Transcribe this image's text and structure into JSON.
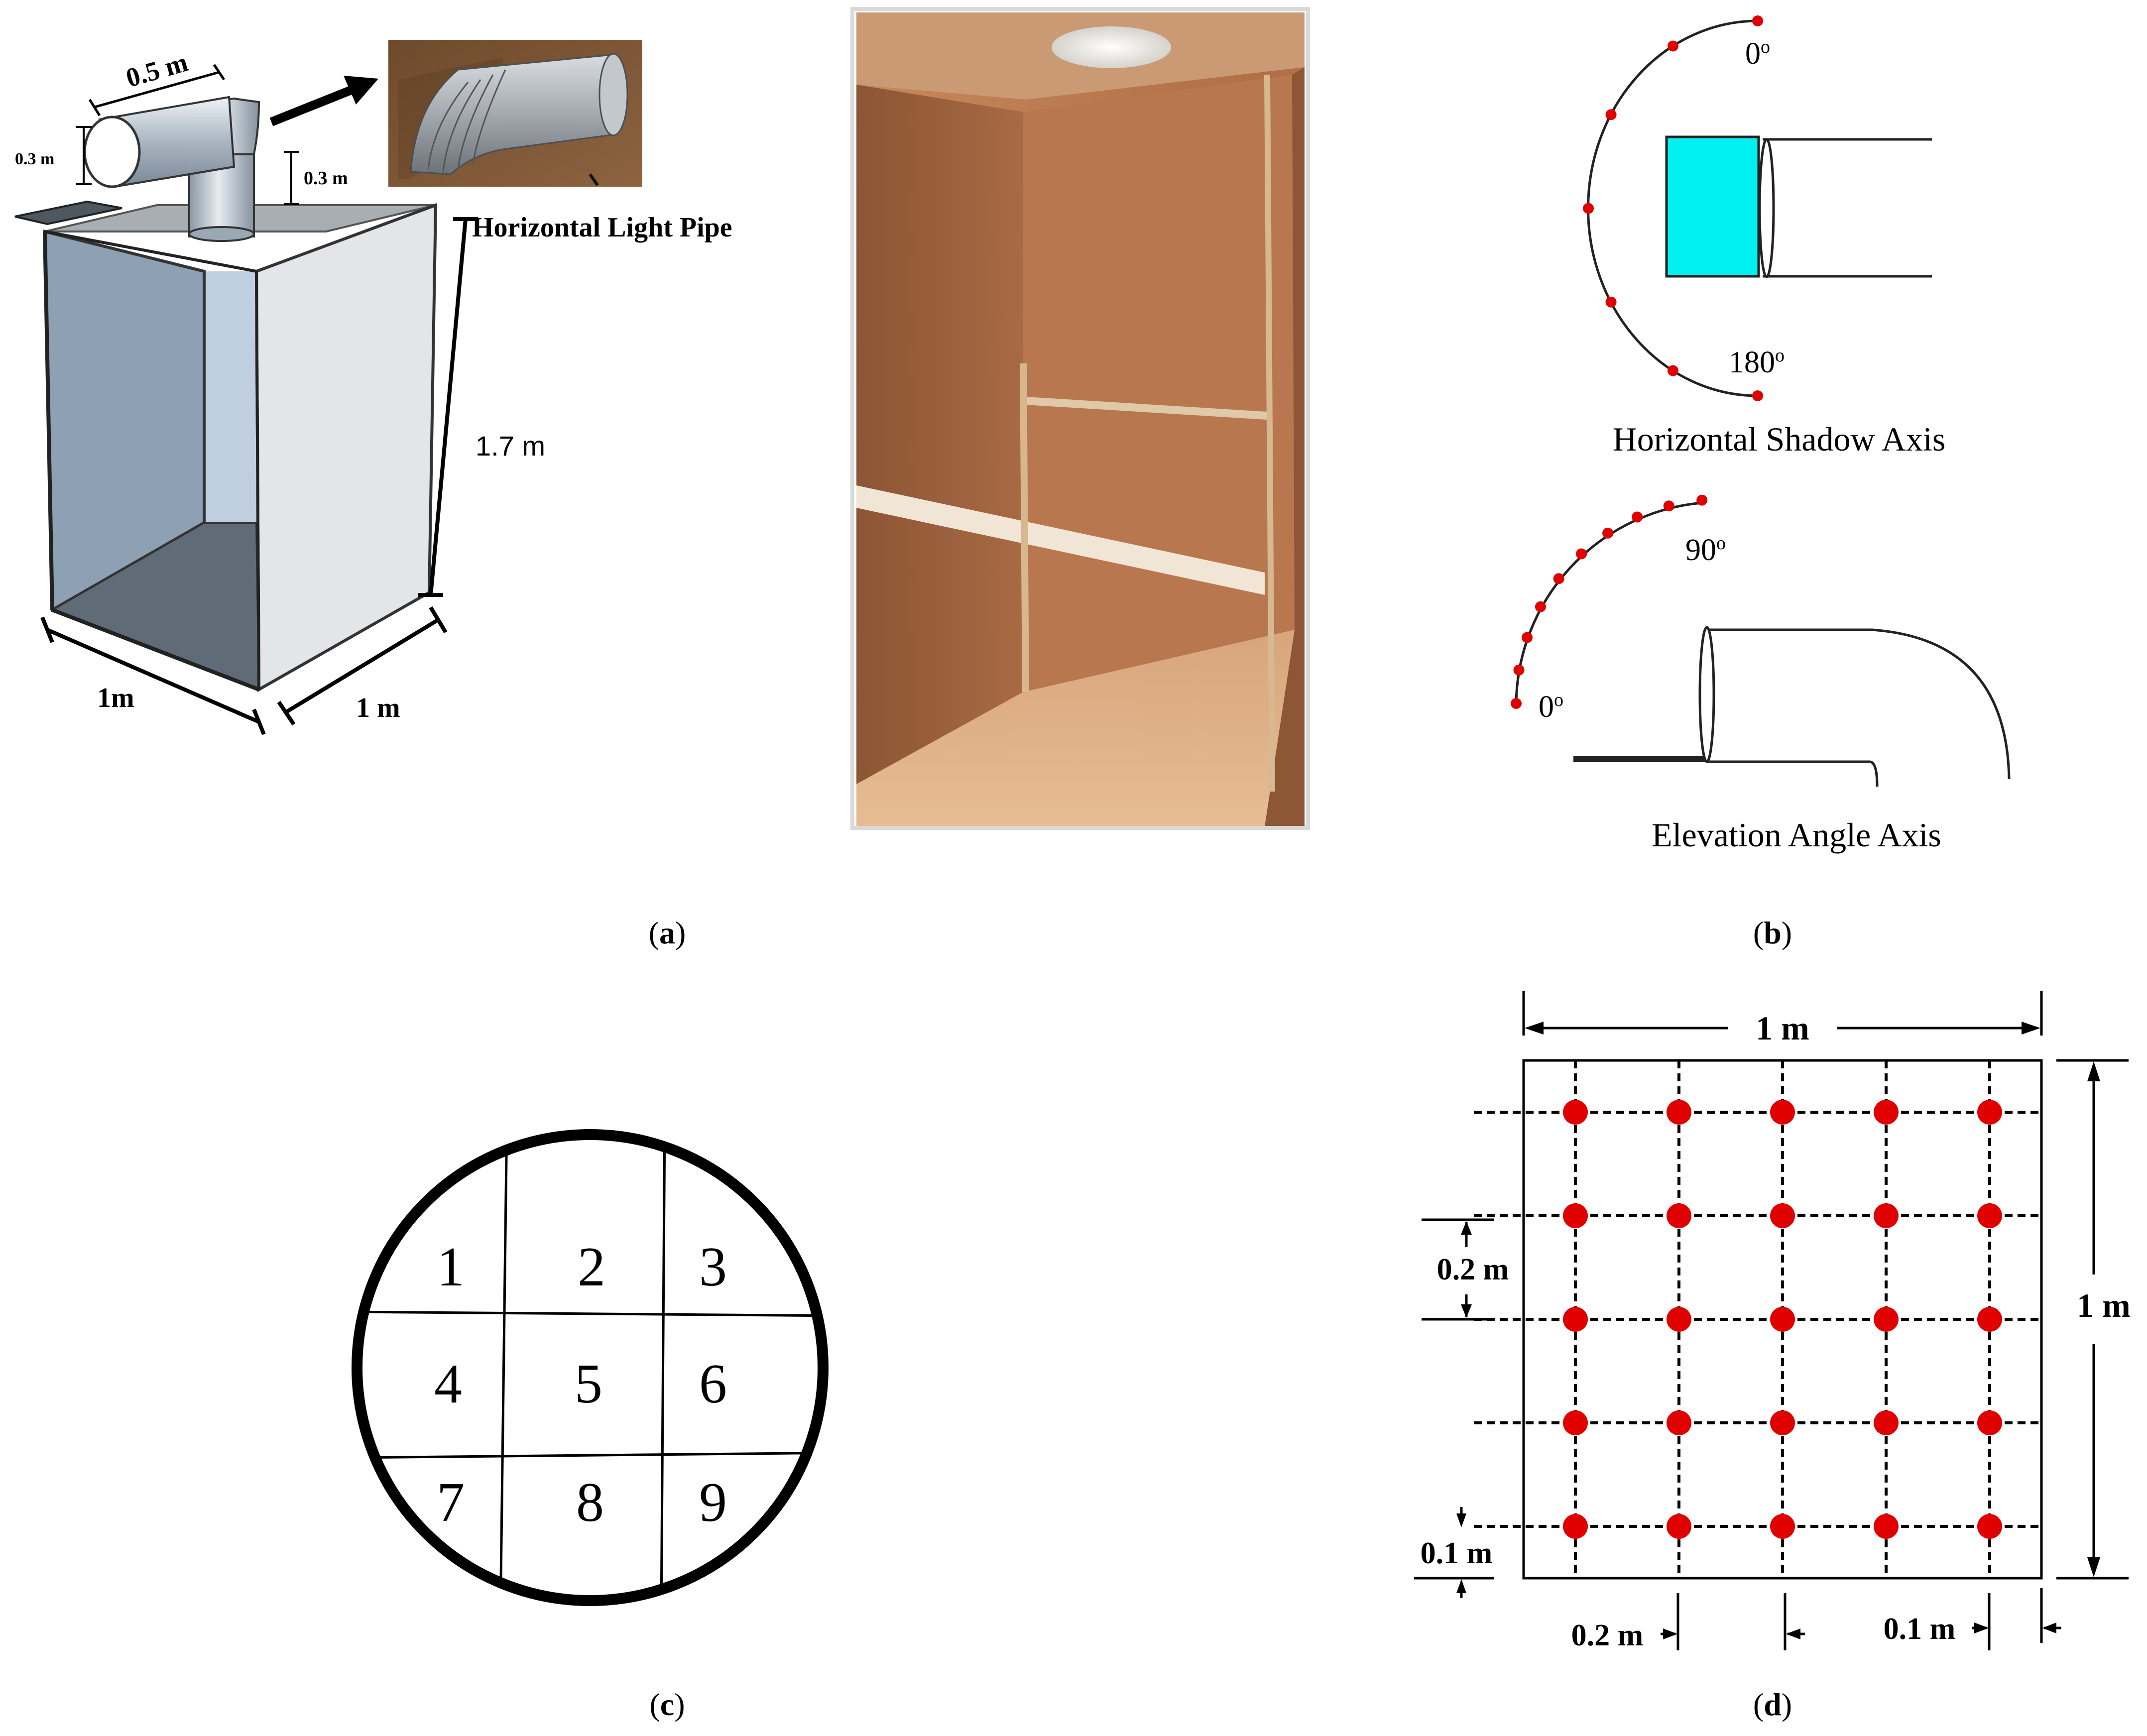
{
  "panel_a": {
    "caption_open": "(",
    "caption_letter": "a",
    "caption_close": ")",
    "dim_pipe_length": "0.5 m",
    "dim_pipe_diameter": "0.3 m",
    "dim_pipe_height": "0.3 m",
    "dim_box_height": "1.7 m",
    "dim_box_width": "1m",
    "dim_box_depth": "1 m",
    "inset_label": "Horizontal Light Pipe"
  },
  "panel_b": {
    "caption_open": "(",
    "caption_letter": "b",
    "caption_close": ")",
    "horizontal_axis_title": "Horizontal Shadow Axis",
    "horizontal_start_label": "0",
    "horizontal_end_label": "180",
    "elevation_axis_title": "Elevation Angle Axis",
    "elevation_start_label": "0",
    "elevation_end_label": "90",
    "degree_mark": "o"
  },
  "panel_c": {
    "caption_open": "(",
    "caption_letter": "c",
    "caption_close": ")",
    "cells": [
      "1",
      "2",
      "3",
      "4",
      "5",
      "6",
      "7",
      "8",
      "9"
    ]
  },
  "panel_d": {
    "caption_open": "(",
    "caption_letter": "d",
    "caption_close": ")",
    "width_label": "1 m",
    "height_label": "1 m",
    "row_spacing_label": "0.2 m",
    "edge_offset_label": "0.1 m",
    "col_spacing_label": "0.2 m",
    "right_offset_label": "0.1 m",
    "grid_rows": 5,
    "grid_cols": 5
  },
  "colors": {
    "marker_red": "#e00000",
    "cyan_block": "#00f0f0",
    "wood": "#b57a52",
    "box_wall": "#cfd6dc",
    "box_floor": "#6b7985"
  }
}
